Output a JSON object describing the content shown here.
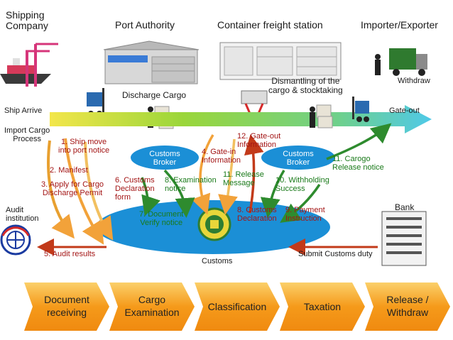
{
  "headers": {
    "shipping_company": "Shipping\nCompany",
    "port_authority": "Port Authority",
    "cfs": "Container freight station",
    "importer_exporter": "Importer/Exporter"
  },
  "flow_labels": {
    "ship_arrive": "Ship Arrive",
    "discharge_cargo": "Discharge Cargo",
    "dismantling": "Dismantling of the\ncargo & stocktaking",
    "withdraw": "Withdraw",
    "gate_out": "Gate-out",
    "import_process": "Import Cargo\nProcess"
  },
  "steps": {
    "s1": "1. Ship move\ninto port notice",
    "s2": "2. Manifest",
    "s3": "3. Apply for Cargo\nDischarge Permit",
    "s4": "4. Gate-in\nInformation",
    "s5": "5. Audit results",
    "s6": "6. Customs\nDeclaration\nform",
    "s7": "7. Document\nVerify notice",
    "s8": "8. Examination\nnotice",
    "s8b": "8. Customs\nDeclaration",
    "s9": "9. Payment\nInstruction",
    "s10": "10. Withholding\nSuccess",
    "s11": "11. Release\nMessage",
    "s11b": "11. Carogo\nRelease notice",
    "s12": "12. Gate-out\nInformation"
  },
  "brokers": {
    "left": "Customs\nBroker",
    "right": "Customs\nBroker"
  },
  "side": {
    "audit": "Audit\ninstitution",
    "bank": "Bank",
    "submit_duty": "Submit Customs duty",
    "customs": "Customs"
  },
  "stages": [
    "Document\nreceiving",
    "Cargo\nExamination",
    "Classification",
    "Taxation",
    "Release /\nWithdraw"
  ],
  "colors": {
    "stage_orange": "#f59a1a",
    "customs_blue": "#1b8fd6",
    "flow_green": "#9ad63a",
    "flow_cyan": "#4fc9e8"
  }
}
